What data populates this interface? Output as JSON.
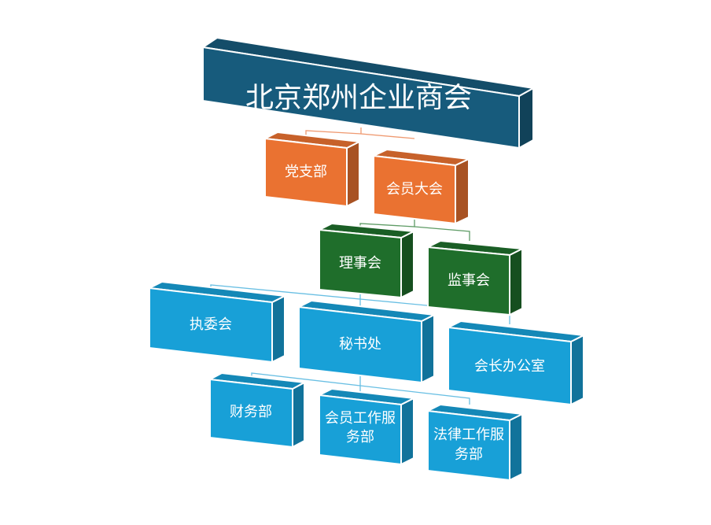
{
  "title": "北京郑州企业商会",
  "colors": {
    "navy": "#175b7c",
    "orange": "#ea7231",
    "green": "#1f6e2b",
    "blue": "#18a0d7",
    "connector_orange": "#ef9a71",
    "connector_green": "#5f9c66",
    "connector_blue": "#69bfe3"
  },
  "nodes": {
    "party_branch": "党支部",
    "member_assembly": "会员大会",
    "council": "理事会",
    "supervisory_board": "监事会",
    "executive_committee": "执委会",
    "secretariat": "秘书处",
    "president_office": "会长办公室",
    "finance_dept": "财务部",
    "member_service_line1": "会员工作服",
    "member_service_line2": "务部",
    "legal_service_line1": "法律工作服",
    "legal_service_line2": "务部"
  }
}
